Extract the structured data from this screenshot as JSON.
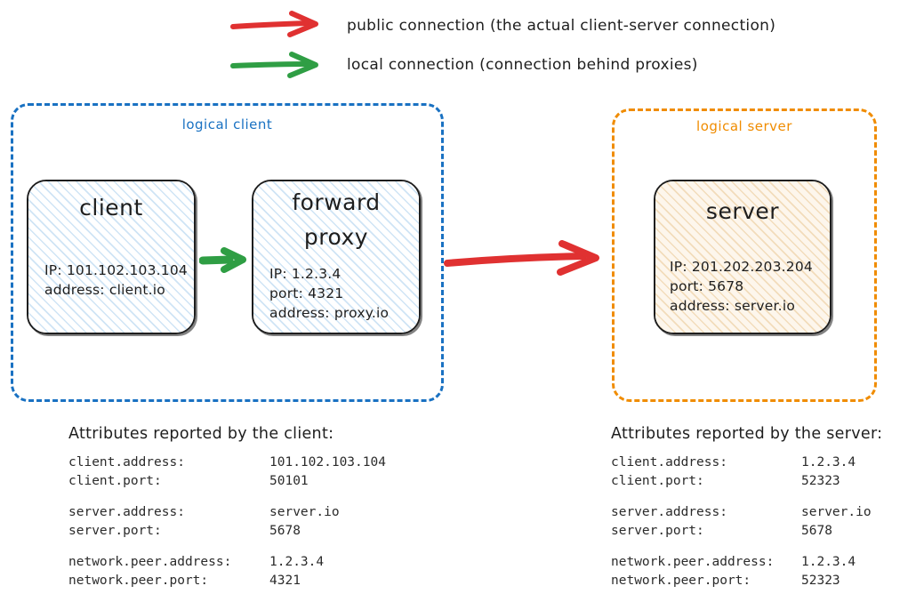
{
  "legend": {
    "items": [
      {
        "id": "public",
        "arrow_icon": "red-arrow-icon",
        "color": "#e03131",
        "label": "public connection (the actual client-server connection)"
      },
      {
        "id": "local",
        "arrow_icon": "green-arrow-icon",
        "color": "#2f9e44",
        "label": "local connection (connection behind proxies)"
      }
    ]
  },
  "groups": {
    "client": {
      "label": "logical client",
      "color": "#1971c2",
      "border_style": "dashed"
    },
    "server": {
      "label": "logical server",
      "color": "#f08c00",
      "border_style": "dashed"
    }
  },
  "nodes": {
    "client": {
      "title": "client",
      "fill": "#ffffff",
      "hatch_color": "#cfe4f5",
      "lines": [
        "IP: 101.102.103.104",
        "address: client.io"
      ]
    },
    "proxy": {
      "title_line1": "forward",
      "title_line2": "proxy",
      "fill": "#ffffff",
      "hatch_color": "#cfe4f5",
      "lines": [
        "IP: 1.2.3.4",
        "port: 4321",
        "address: proxy.io"
      ]
    },
    "server": {
      "title": "server",
      "fill": "#fdf6ec",
      "hatch_color": "#f2dcbb",
      "lines": [
        "IP: 201.202.203.204",
        "port: 5678",
        "address: server.io"
      ]
    }
  },
  "connections": {
    "local_client_to_proxy": {
      "icon": "green-arrow-icon",
      "color": "#2f9e44",
      "type": "local connection"
    },
    "public_proxy_to_server": {
      "icon": "red-arrow-icon",
      "color": "#e03131",
      "type": "public connection"
    }
  },
  "attributes": {
    "client": {
      "heading": "Attributes reported by the client:",
      "groups": [
        [
          {
            "key": "client.address:",
            "value": "101.102.103.104"
          },
          {
            "key": "client.port:",
            "value": "50101"
          }
        ],
        [
          {
            "key": "server.address:",
            "value": "server.io"
          },
          {
            "key": "server.port:",
            "value": "5678"
          }
        ],
        [
          {
            "key": "network.peer.address:",
            "value": "1.2.3.4"
          },
          {
            "key": "network.peer.port:",
            "value": "4321"
          }
        ]
      ]
    },
    "server": {
      "heading": "Attributes reported by the server:",
      "groups": [
        [
          {
            "key": "client.address:",
            "value": "1.2.3.4"
          },
          {
            "key": "client.port:",
            "value": "52323"
          }
        ],
        [
          {
            "key": "server.address:",
            "value": "server.io"
          },
          {
            "key": "server.port:",
            "value": "5678"
          }
        ],
        [
          {
            "key": "network.peer.address:",
            "value": "1.2.3.4"
          },
          {
            "key": "network.peer.port:",
            "value": "52323"
          }
        ]
      ]
    }
  }
}
